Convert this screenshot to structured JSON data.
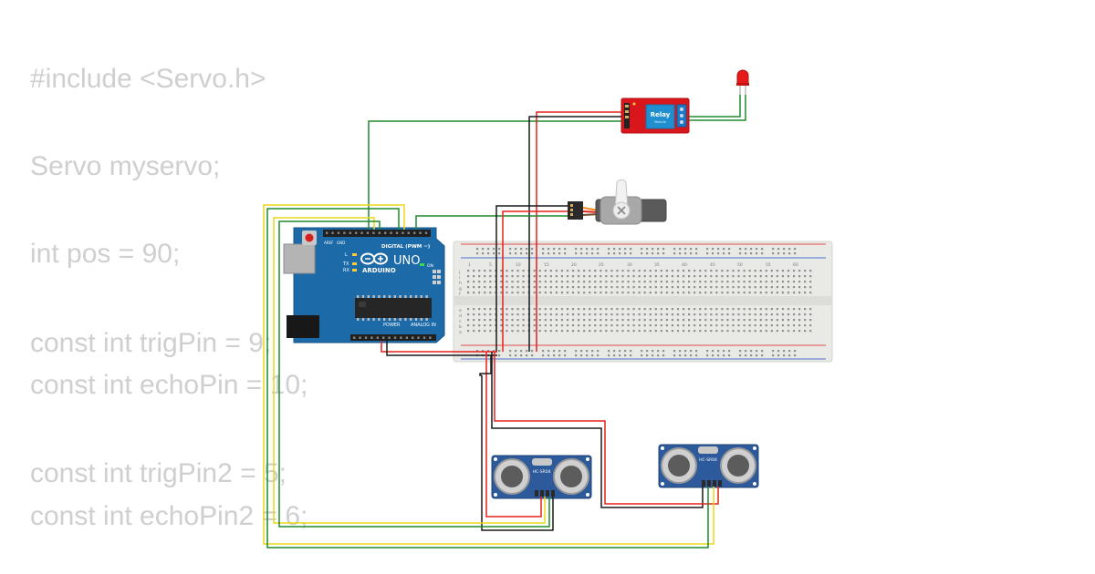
{
  "code_lines": [
    "#include <Servo.h>",
    "Servo myservo;",
    "int pos = 90;",
    "const int trigPin = 9;",
    "const int echoPin = 10;",
    "const int trigPin2 = 5;",
    "const int echoPin2 = 6;"
  ],
  "arduino": {
    "brand": "ARDUINO",
    "model": "UNO",
    "digital_label": "DIGITAL (PWM ~)",
    "power_label": "POWER",
    "analog_label": "ANALOG IN",
    "aref_label": "AREF",
    "gnd_label": "GND",
    "on_label": "ON",
    "tx_label": "TX",
    "rx_label": "RX",
    "l_label": "L"
  },
  "relay": {
    "text_top": "Relay",
    "text_bottom": "Module"
  },
  "sensor1": {
    "model": "HC-SR04"
  },
  "sensor2": {
    "model": "HC-SR04"
  },
  "breadboard": {
    "column_numbers": [
      "1",
      "5",
      "10",
      "15",
      "20",
      "25",
      "30",
      "35",
      "40",
      "45",
      "50",
      "55",
      "60"
    ],
    "row_letters_top": [
      "j",
      "i",
      "h",
      "g",
      "f"
    ],
    "row_letters_bottom": [
      "e",
      "d",
      "c",
      "b",
      "a"
    ]
  },
  "colors": {
    "wire_red": "#e8201c",
    "wire_black": "#1a1a1a",
    "wire_green": "#1e8a2c",
    "wire_yellow": "#e8d818",
    "arduino_blue": "#1c6aa8",
    "relay_red": "#d9161c",
    "sensor_blue": "#2c5a9a"
  }
}
